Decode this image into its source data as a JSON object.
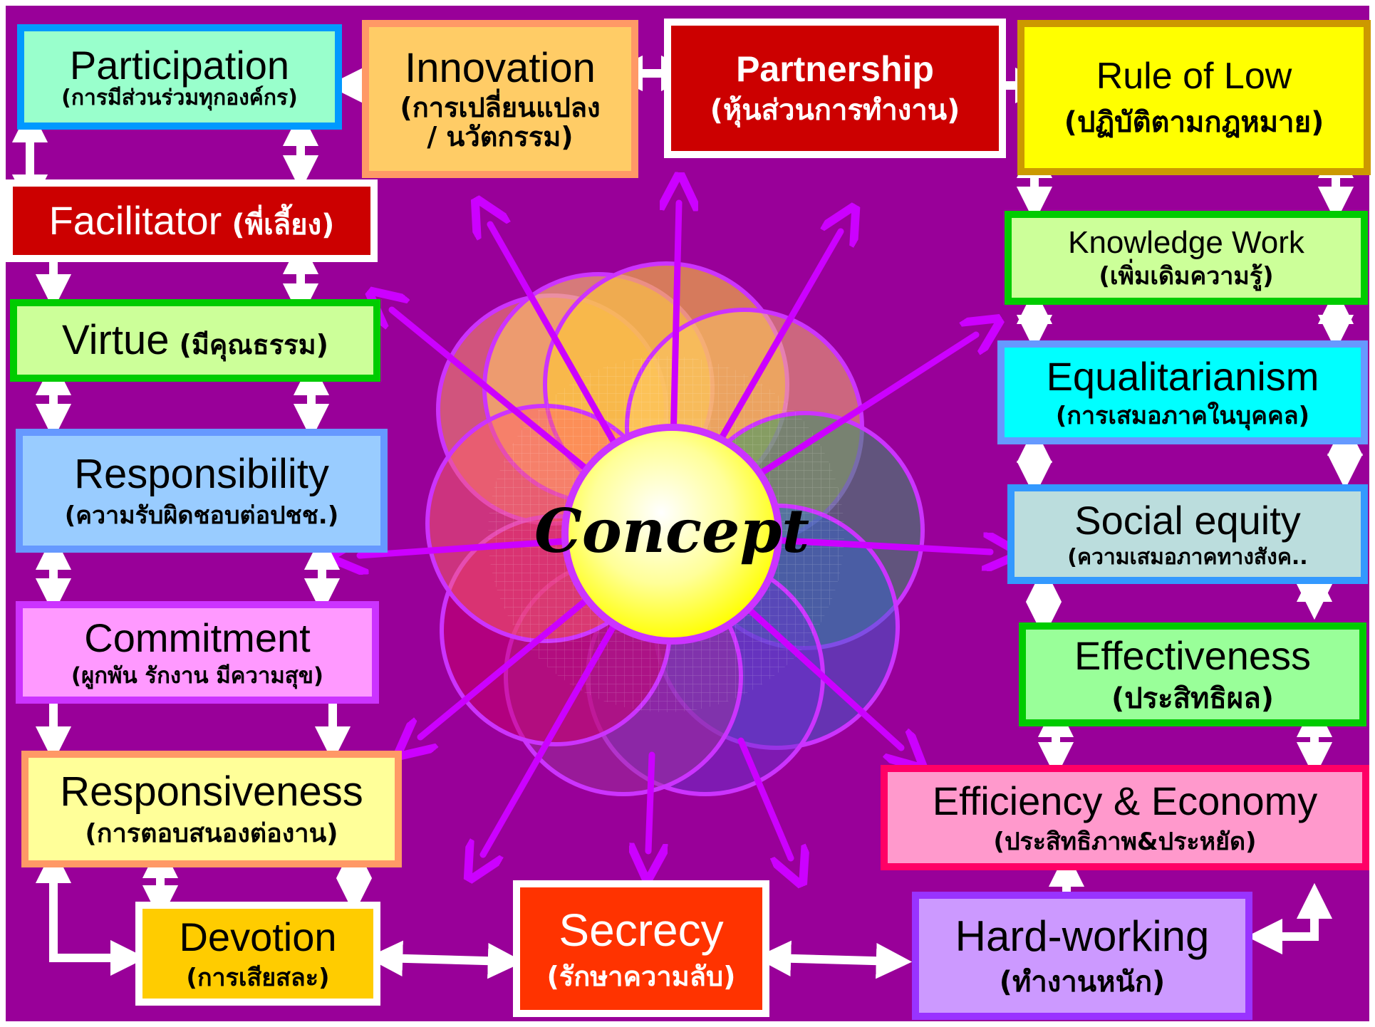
{
  "center": {
    "label": "Concept"
  },
  "colors": {
    "background": "#990099",
    "arrow_magenta": "#cc00ff",
    "arrow_white": "#ffffff"
  },
  "boxes": {
    "participation": {
      "en": "Participation",
      "th": "(การมีส่วนร่วมทุกองค์กร)",
      "fill": "#99ffcc",
      "border": "#0099ff"
    },
    "innovation": {
      "en": "Innovation",
      "th1": "(การเปลี่ยนแปลง",
      "th2": "/ นวัตกรรม)",
      "fill": "#ffcc66",
      "border": "#ff9966"
    },
    "partnership": {
      "en": "Partnership",
      "th": "(หุ้นส่วนการทำงาน)",
      "fill": "#cc0000",
      "border": "#ffffff"
    },
    "rule_of_low": {
      "en": "Rule of Low",
      "th": "(ปฏิบัติตามกฎหมาย)",
      "fill": "#ffff00",
      "border": "#cc9900"
    },
    "facilitator": {
      "en": "Facilitator",
      "th": "(พี่เลี้ยง)",
      "fill": "#cc0000",
      "border": "#ffffff"
    },
    "knowledge_work": {
      "en": "Knowledge Work",
      "th": "(เพิ่มเดิมความรู้)",
      "fill": "#ccff99",
      "border": "#00cc00"
    },
    "virtue": {
      "en": "Virtue",
      "th": "(มีคุณธรรม)",
      "fill": "#ccff99",
      "border": "#00cc00"
    },
    "equalitarianism": {
      "en": "Equalitarianism",
      "th": "(การเสมอภาคในบุคคล)",
      "fill": "#00ffff",
      "border": "#6699ff"
    },
    "responsibility": {
      "en": "Responsibility",
      "th": "(ความรับผิดชอบต่อปชช.)",
      "fill": "#99ccff",
      "border": "#6699ff"
    },
    "social_equity": {
      "en": "Social equity",
      "th": "(ความเสมอภาคทางสังค..",
      "fill": "#bbdddd",
      "border": "#3399ff"
    },
    "commitment": {
      "en": "Commitment",
      "th": "(ผูกพัน รักงาน มีความสุข)",
      "fill": "#ff99ff",
      "border": "#cc33ff"
    },
    "effectiveness": {
      "en": "Effectiveness",
      "th": "(ประสิทธิผล)",
      "fill": "#99ff99",
      "border": "#00cc00"
    },
    "responsiveness": {
      "en": "Responsiveness",
      "th": "(การตอบสนองต่องาน)",
      "fill": "#ffff99",
      "border": "#ff9966"
    },
    "efficiency": {
      "en": "Efficiency & Economy",
      "th": "(ประสิทธิภาพ&ประหยัด)",
      "fill": "#ff99cc",
      "border": "#ff0066"
    },
    "devotion": {
      "en": "Devotion",
      "th": "(การเสียสละ)",
      "fill": "#ffcc00",
      "border": "#ffffff"
    },
    "secrecy": {
      "en": "Secrecy",
      "th": "(รักษาความลับ)",
      "fill": "#ff3300",
      "border": "#ffffff"
    },
    "hard_working": {
      "en": "Hard-working",
      "th": "(ทำงานหนัก)",
      "fill": "#cc99ff",
      "border": "#9933ff"
    }
  }
}
